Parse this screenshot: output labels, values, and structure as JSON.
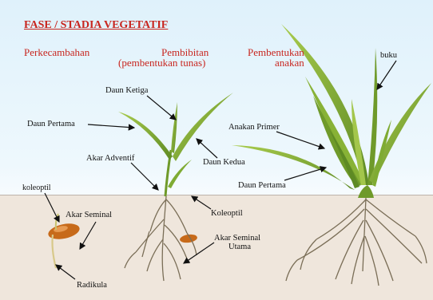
{
  "title": "FASE / STADIA VEGETATIF",
  "phases": {
    "perkecambahan": "Perkecambahan",
    "pembibitan": "Pembibitan",
    "pembentukan": "Pembentukan",
    "pembentukan_tunas": "(pembentukan tunas)",
    "anakan": "anakan"
  },
  "labels": {
    "buku": "buku",
    "daun_ketiga": "Daun Ketiga",
    "daun_pertama_left": "Daun Pertama",
    "anakan_primer": "Anakan Primer",
    "akar_adventif": "Akar Adventif",
    "daun_kedua": "Daun Kedua",
    "daun_pertama_right": "Daun Pertama",
    "koleoptil_left": "koleoptil",
    "koleoptil_mid": "Koleoptil",
    "akar_seminal": "Akar Seminal",
    "akar_seminal_utama_1": "Akar Seminal",
    "akar_seminal_utama_2": "Utama",
    "radikula": "Radikula"
  },
  "colors": {
    "title": "#c8261f",
    "leaf": "#8fb83a",
    "leaf_dark": "#5e8a24",
    "root": "#7a6e57",
    "soil": "#efe6dc",
    "seed": "#c76a1a"
  }
}
